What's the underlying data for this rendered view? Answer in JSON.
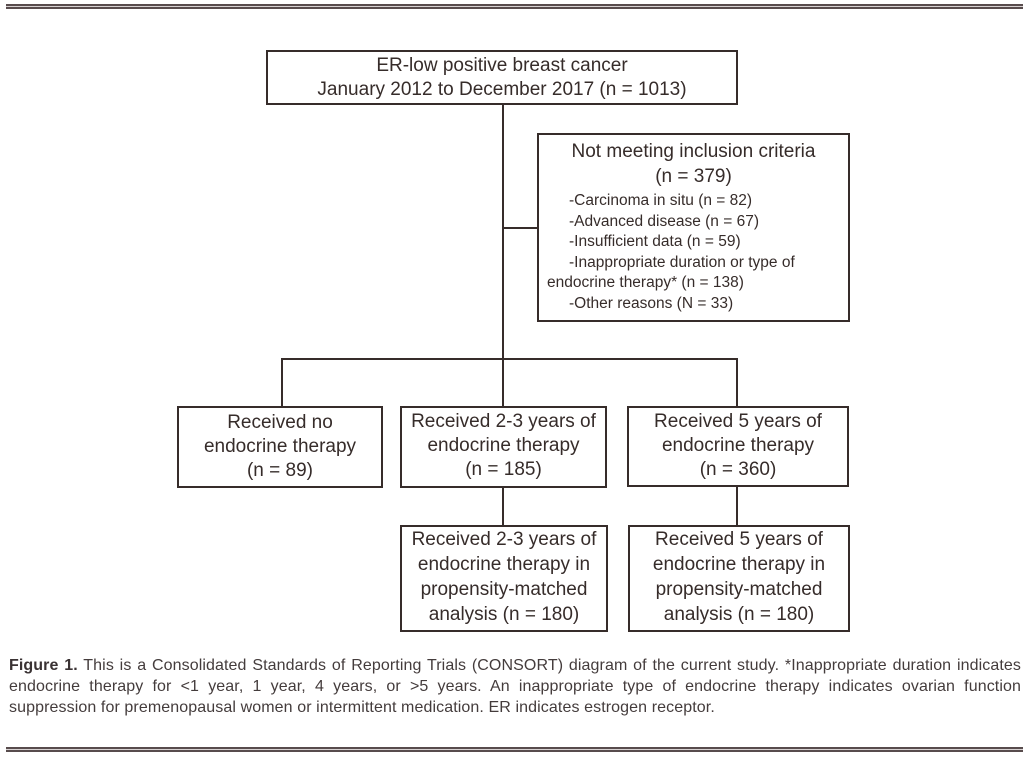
{
  "flowchart": {
    "top_box": {
      "line1": "ER-low positive breast cancer",
      "line2": "January 2012 to December 2017 (n = 1013)"
    },
    "exclusion_box": {
      "title": "Not meeting inclusion criteria",
      "subtitle": "(n = 379)",
      "items": [
        "-Carcinoma in situ (n = 82)",
        "-Advanced disease (n = 67)",
        "-Insufficient data (n = 59)",
        "-Inappropriate duration or type of endocrine therapy* (n = 138)",
        "-Other reasons (N = 33)"
      ]
    },
    "arm_no_therapy": {
      "line1": "Received no",
      "line2": "endocrine therapy",
      "line3": "(n = 89)"
    },
    "arm_2_3_years": {
      "line1": "Received 2-3 years of",
      "line2": "endocrine therapy",
      "line3": "(n = 185)"
    },
    "arm_5_years": {
      "line1": "Received 5 years of",
      "line2": "endocrine therapy",
      "line3": "(n = 360)"
    },
    "matched_2_3_years": {
      "line1": "Received 2-3 years of",
      "line2": "endocrine therapy in",
      "line3": "propensity-matched",
      "line4": "analysis (n = 180)"
    },
    "matched_5_years": {
      "line1": "Received 5 years of",
      "line2": "endocrine therapy in",
      "line3": "propensity-matched",
      "line4": "analysis (n = 180)"
    }
  },
  "caption": {
    "label": "Figure 1.",
    "text": " This is a Consolidated Standards of Reporting Trials (CONSORT) diagram of the current study. *Inappropriate duration indicates endocrine therapy for <1 year, 1 year, 4 years, or >5 years. An inappropriate type of endocrine therapy indicates ovarian function suppression for premenopausal women or intermittent medication. ER indicates estrogen receptor."
  },
  "colors": {
    "ink": "#362c2a",
    "caption_text": "#443c3c",
    "rule": "#584c4d",
    "background": "#ffffff"
  }
}
